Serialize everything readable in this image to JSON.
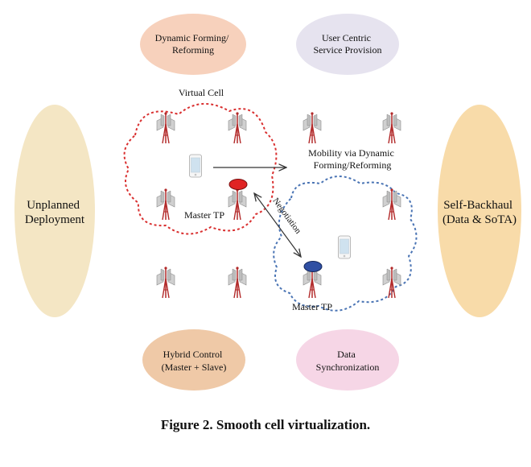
{
  "colors": {
    "peach": "#f7d1bc",
    "lavender": "#e6e3ef",
    "cream_left": "#f4e6c4",
    "cream_right": "#f8dba9",
    "tan": "#efc9a7",
    "pink": "#f6d6e6",
    "red_cloud": "#d93030",
    "blue_cloud": "#4a74b4",
    "master_red": "#e02424",
    "master_blue": "#2f4fa3",
    "tower_red": "#b22a2a"
  },
  "labels": {
    "dynamic_forming": [
      "Dynamic Forming/",
      "Reforming"
    ],
    "user_centric": [
      "User Centric",
      "Service Provision"
    ],
    "unplanned": [
      "Unplanned",
      "Deployment"
    ],
    "self_backhaul": [
      "Self-Backhaul",
      "(Data & SoTA)"
    ],
    "hybrid_control": [
      "Hybrid Control",
      "(Master + Slave)"
    ],
    "data_sync": [
      "Data",
      "Synchronization"
    ],
    "virtual_cell": "Virtual Cell",
    "mobility": [
      "Mobility via Dynamic",
      "Forming/Reforming"
    ],
    "master_tp_1": "Master TP",
    "master_tp_2": "Master TP",
    "negotiation": "Negotiation"
  },
  "icons": {
    "tower": "cell-tower-icon",
    "phone": "smartphone-icon"
  },
  "caption": "Figure 2. Smooth cell virtualization."
}
